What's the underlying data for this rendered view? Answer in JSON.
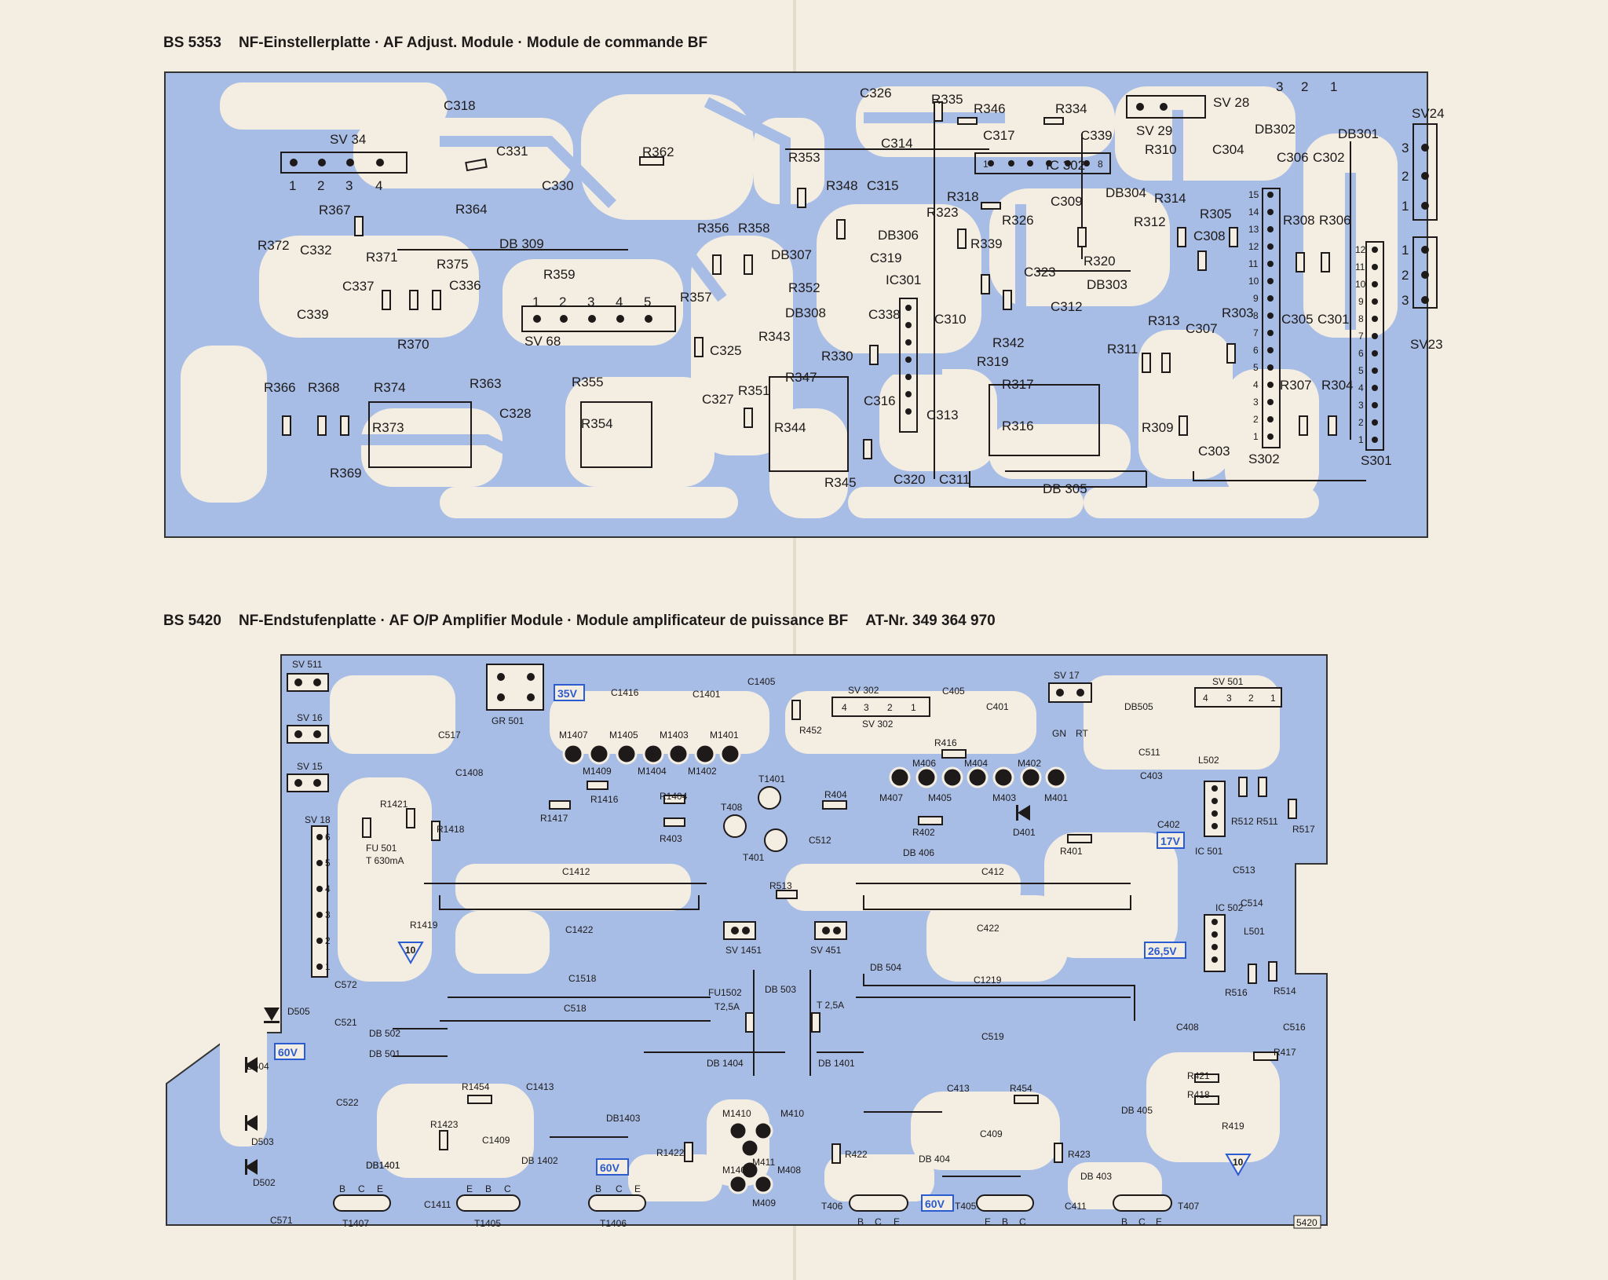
{
  "top_board": {
    "code": "BS 5353",
    "title": "NF-Einstellerplatte · AF Adjust. Module · Module de commande BF",
    "connectors": [
      {
        "name": "SV 34",
        "pins": [
          "1",
          "2",
          "3",
          "4"
        ]
      },
      {
        "name": "SV 68",
        "pins": [
          "1",
          "2",
          "3",
          "4",
          "5"
        ]
      },
      {
        "name": "SV 29"
      },
      {
        "name": "SV 28",
        "pins": [
          "3",
          "2",
          "1"
        ]
      },
      {
        "name": "SV24",
        "pins": [
          "3",
          "2",
          "1"
        ]
      },
      {
        "name": "SV23",
        "pins": [
          "1",
          "2",
          "3"
        ]
      },
      {
        "name": "S302",
        "pins": [
          "15",
          "14",
          "13",
          "12",
          "11",
          "10",
          "9",
          "8",
          "7",
          "6",
          "5",
          "4",
          "3",
          "2",
          "1"
        ]
      },
      {
        "name": "S301",
        "pins": [
          "12",
          "11",
          "10",
          "9",
          "8",
          "7",
          "6",
          "5",
          "4",
          "3",
          "2",
          "1"
        ]
      },
      {
        "name": "IC 302",
        "pins": [
          "1",
          "8"
        ]
      }
    ],
    "labels": [
      "C318",
      "C331",
      "R362",
      "C330",
      "R367",
      "R364",
      "DB 309",
      "R372",
      "C332",
      "R371",
      "R375",
      "C336",
      "C337",
      "R359",
      "C339",
      "R370",
      "R366",
      "R368",
      "R374",
      "R363",
      "R355",
      "R373",
      "R354",
      "C328",
      "R369",
      "C326",
      "R335",
      "R346",
      "R334",
      "C317",
      "C339",
      "C314",
      "R353",
      "C315",
      "R348",
      "R356",
      "R358",
      "DB307",
      "DB306",
      "C319",
      "IC301",
      "R352",
      "DB308",
      "R357",
      "R343",
      "C338",
      "C310",
      "R330",
      "C325",
      "C327",
      "R351",
      "R347",
      "R344",
      "C316",
      "R345",
      "C320",
      "C313",
      "C311",
      "R318",
      "R323",
      "R326",
      "C309",
      "DB304",
      "R339",
      "C323",
      "R320",
      "DB303",
      "C312",
      "R342",
      "R319",
      "R317",
      "R316",
      "DB 305",
      "R310",
      "C304",
      "R314",
      "R305",
      "R312",
      "C308",
      "R311",
      "R313",
      "C307",
      "R303",
      "R309",
      "C303",
      "DB302",
      "DB301",
      "C306",
      "C302",
      "R308",
      "R306",
      "C305",
      "C301",
      "R307",
      "R304"
    ]
  },
  "bottom_board": {
    "code": "BS 5420",
    "title": "NF-Endstufenplatte · AF O/P Amplifier Module · Module amplificateur de puissance BF",
    "part_number": "AT-Nr. 349 364 970",
    "board_id": "5420",
    "voltage_tags": [
      "35V",
      "17V",
      "26,5V",
      "60V",
      "60V",
      "60V"
    ],
    "test_points": [
      "10",
      "10"
    ],
    "connectors": [
      {
        "name": "SV 511"
      },
      {
        "name": "SV 16"
      },
      {
        "name": "SV 15"
      },
      {
        "name": "SV 18",
        "pins": [
          "6",
          "5",
          "4",
          "3",
          "2",
          "1"
        ]
      },
      {
        "name": "SV 302",
        "pins": [
          "4",
          "3",
          "2",
          "1"
        ]
      },
      {
        "name": "SV 17",
        "pins": [
          "GN",
          "RT"
        ]
      },
      {
        "name": "SV 501",
        "pins": [
          "4",
          "3",
          "2",
          "1"
        ]
      },
      {
        "name": "SV 1451"
      },
      {
        "name": "SV 451"
      }
    ],
    "labels": [
      "GR 501",
      "C517",
      "C1416",
      "C1401",
      "C1405",
      "R452",
      "C405",
      "C401",
      "DB505",
      "C511",
      "C1408",
      "M1407",
      "M1405",
      "M1403",
      "M1401",
      "M1409",
      "M1404",
      "M1402",
      "R1416",
      "R1417",
      "R1421",
      "R1418",
      "FU 501",
      "T 630mA",
      "T1401",
      "R1404",
      "T408",
      "R403",
      "T401",
      "R404",
      "R416",
      "M406",
      "M404",
      "M402",
      "M407",
      "M405",
      "M403",
      "M401",
      "R402",
      "DB 406",
      "D401",
      "R401",
      "C403",
      "L502",
      "C402",
      "IC 501",
      "R512",
      "R511",
      "R517",
      "C512",
      "C513",
      "C514",
      "C1412",
      "R513",
      "C412",
      "C422",
      "R1419",
      "C1422",
      "IC 502",
      "L501",
      "C572",
      "D505",
      "C1518",
      "C518",
      "C521",
      "DB 502",
      "DB 501",
      "FU1502",
      "T2,5A",
      "DB 503",
      "T 2,5A",
      "DB 504",
      "C1219",
      "C519",
      "R516",
      "R514",
      "C408",
      "C516",
      "R417",
      "D504",
      "DB 1404",
      "DB 1401",
      "D503",
      "C522",
      "R1454",
      "C1413",
      "DB1403",
      "R1423",
      "C1409",
      "DB 1402",
      "R1422",
      "M1410",
      "M410",
      "M411",
      "C413",
      "R454",
      "C409",
      "R423",
      "DB 405",
      "R422",
      "DB 404",
      "DB 403",
      "R421",
      "R418",
      "R419",
      "D502",
      "DB1401",
      "M1408",
      "M408",
      "M409",
      "C571",
      "C1411",
      "T1407",
      "T1405",
      "T1406",
      "T406",
      "T405",
      "C411",
      "T407",
      "DB1401"
    ]
  },
  "transistor_pins": [
    "B",
    "C",
    "E"
  ],
  "colors": {
    "paper": "#f3ede2",
    "copper": "#a7bde6",
    "ink": "#1e1a1a",
    "tag": "#2a5bd0"
  }
}
